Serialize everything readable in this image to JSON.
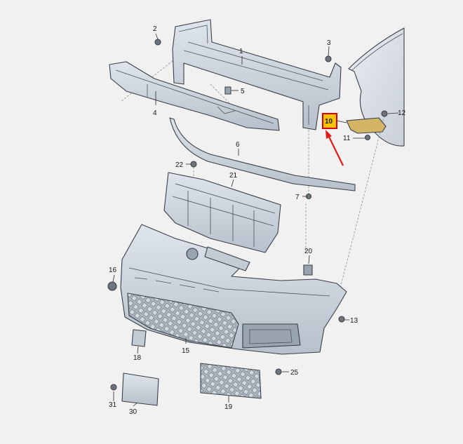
{
  "diagram": {
    "callouts": [
      {
        "id": "p1",
        "label": "1"
      },
      {
        "id": "p2",
        "label": "2"
      },
      {
        "id": "p3",
        "label": "3"
      },
      {
        "id": "p4",
        "label": "4"
      },
      {
        "id": "p5",
        "label": "5"
      },
      {
        "id": "p6",
        "label": "6"
      },
      {
        "id": "p7",
        "label": "7"
      },
      {
        "id": "p10",
        "label": "10",
        "highlighted": true
      },
      {
        "id": "p11",
        "label": "11"
      },
      {
        "id": "p12",
        "label": "12"
      },
      {
        "id": "p13",
        "label": "13"
      },
      {
        "id": "p15",
        "label": "15"
      },
      {
        "id": "p16",
        "label": "16"
      },
      {
        "id": "p18",
        "label": "18"
      },
      {
        "id": "p19",
        "label": "19"
      },
      {
        "id": "p20",
        "label": "20"
      },
      {
        "id": "p21",
        "label": "21"
      },
      {
        "id": "p22",
        "label": "22"
      },
      {
        "id": "p25",
        "label": "25"
      },
      {
        "id": "p30",
        "label": "30"
      },
      {
        "id": "p31",
        "label": "31"
      }
    ],
    "colors": {
      "background": "#f1f1f1",
      "part_fill": "#cdd4dc",
      "part_stroke": "#3a3f47",
      "highlight_box": "#f6c400",
      "highlight_border": "#d60000",
      "arrow": "#e01b1b"
    }
  }
}
